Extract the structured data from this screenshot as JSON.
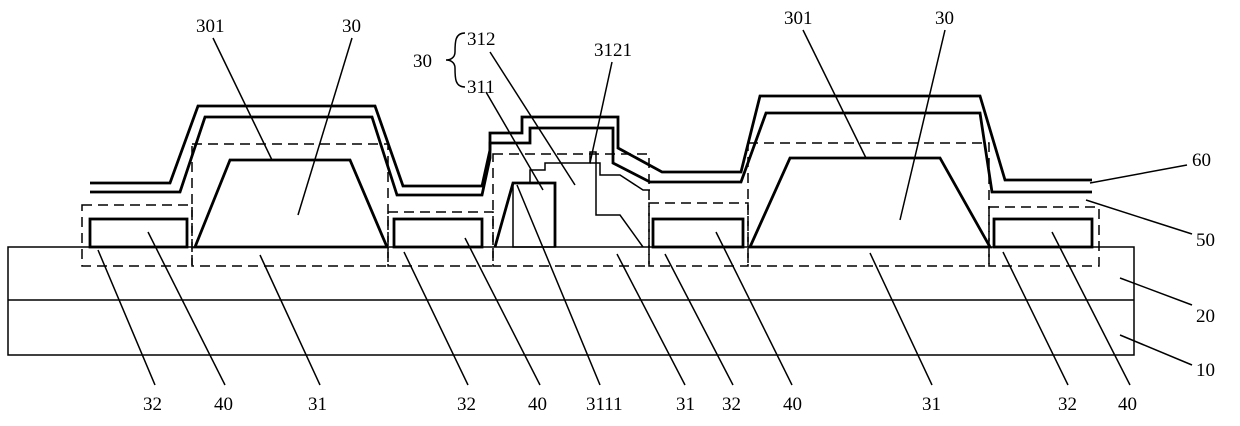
{
  "labels": {
    "top_301_a": "301",
    "top_30_a": "30",
    "brace_30": "30",
    "top_312": "312",
    "top_311": "311",
    "top_3121": "3121",
    "top_301_b": "301",
    "top_30_b": "30",
    "right_60": "60",
    "right_50": "50",
    "right_20": "20",
    "right_10": "10",
    "bottom_32_a": "32",
    "bottom_40_a": "40",
    "bottom_31_a": "31",
    "bottom_32_b": "32",
    "bottom_40_b": "40",
    "bottom_3111": "3111",
    "bottom_31_b": "31",
    "bottom_32_c": "32",
    "bottom_40_c": "40",
    "bottom_31_c": "31",
    "bottom_32_d": "32",
    "bottom_40_d": "40"
  }
}
